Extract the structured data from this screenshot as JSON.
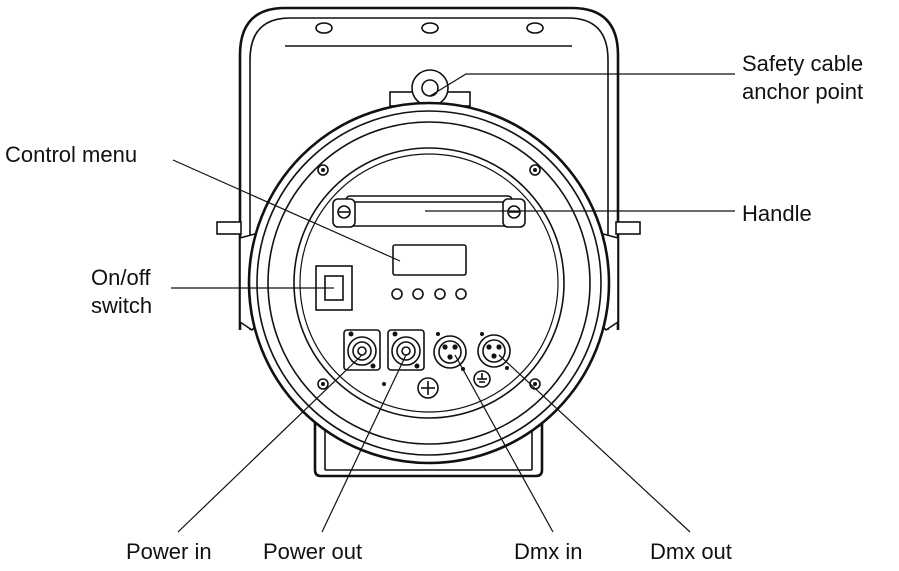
{
  "labels": {
    "safety_cable_line1": "Safety cable",
    "safety_cable_line2": "anchor point",
    "control_menu": "Control menu",
    "handle": "Handle",
    "on_off_line1": "On/off",
    "on_off_line2": "switch",
    "power_in": "Power in",
    "power_out": "Power out",
    "dmx_in": "Dmx in",
    "dmx_out": "Dmx out"
  },
  "colors": {
    "ink": "#111111",
    "background": "#ffffff"
  }
}
